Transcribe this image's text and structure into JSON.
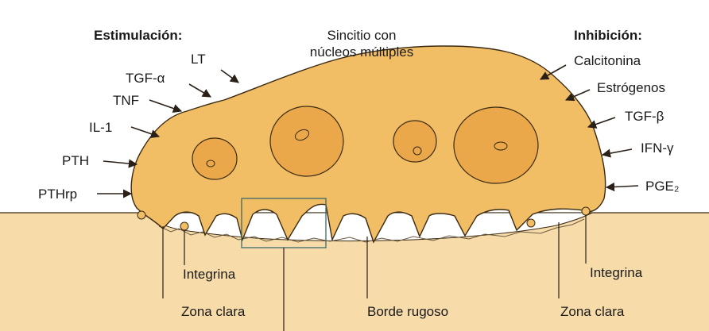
{
  "headers": {
    "stimulation": "Estimulación:",
    "inhibition": "Inhibición:"
  },
  "cell_label": {
    "line1": "Sincitio con",
    "line2": "núcleos múltiples"
  },
  "stimulation_factors": [
    "LT",
    "TGF-α",
    "TNF",
    "IL-1",
    "PTH",
    "PTHrp"
  ],
  "inhibition_factors": [
    "Calcitonina",
    "Estrógenos",
    "TGF-β",
    "IFN-γ",
    "PGE₂"
  ],
  "bottom_labels": {
    "integrin_left": "Integrina",
    "integrin_right": "Integrina",
    "clear_zone_left": "Zona clara",
    "clear_zone_right": "Zona clara",
    "ruffled_border": "Borde rugoso"
  },
  "colors": {
    "cell_fill": "#f2be65",
    "cell_stroke": "#3a2a12",
    "bone_fill": "#f7dcaa",
    "nucleus_fill": "#eaa84a",
    "background": "#ffffff"
  }
}
